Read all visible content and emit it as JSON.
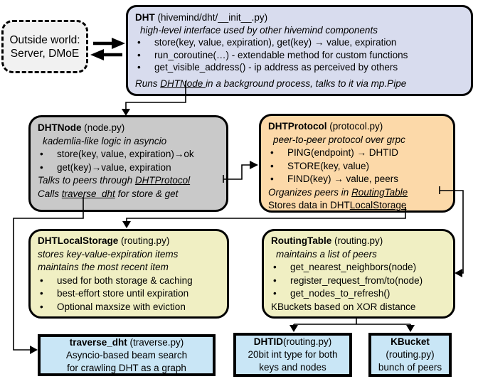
{
  "colors": {
    "dht_fill": "#d8dcee",
    "dhtnode_fill": "#c9c9c9",
    "dhtprotocol_fill": "#fcd9a9",
    "storage_fill": "#f0efc3",
    "leaf_fill": "#c9e6f6",
    "outside_fill": "#f1f1f1",
    "line_color": "#000000"
  },
  "boxes": {
    "outside_world": {
      "fill": "#f1f1f1",
      "lines": [
        {
          "segs": [
            {
              "t": "Outside world:"
            }
          ]
        },
        {
          "segs": [
            {
              "t": "Server, DMoE"
            }
          ]
        }
      ]
    },
    "dht": {
      "fill": "#d8dcee",
      "lines": [
        {
          "segs": [
            {
              "t": "DHT",
              "b": true
            },
            {
              "t": " (hivemind/dht/__init__.py)"
            }
          ]
        },
        {
          "indent": true,
          "segs": [
            {
              "t": "high-level interface used by other hivemind components",
              "i": true
            }
          ]
        },
        {
          "bullet": true,
          "segs": [
            {
              "t": "store(key, value, expiration), get(key) → value, expiration"
            }
          ]
        },
        {
          "bullet": true,
          "segs": [
            {
              "t": "run_coroutine(…) - extendable method for custom functions"
            }
          ]
        },
        {
          "bullet": true,
          "segs": [
            {
              "t": "get_visible_address() - ip address as perceived by others"
            }
          ]
        },
        {
          "gap": true,
          "segs": [
            {
              "t": "Runs ",
              "i": true
            },
            {
              "t": "DHTNode ",
              "i": true,
              "u": true
            },
            {
              "t": "in a background process, talks to it via mp.Pipe",
              "i": true
            }
          ]
        }
      ]
    },
    "dhtnode": {
      "fill": "#c9c9c9",
      "lines": [
        {
          "segs": [
            {
              "t": "DHTNode",
              "b": true
            },
            {
              "t": " (node.py)"
            }
          ]
        },
        {
          "indent": true,
          "segs": [
            {
              "t": "kademlia-like logic in asyncio",
              "i": true
            }
          ]
        },
        {
          "bullet": true,
          "segs": [
            {
              "t": "store(key, value, expiration)→ok"
            }
          ]
        },
        {
          "bullet": true,
          "segs": [
            {
              "t": "get(key)→value, expiration"
            }
          ]
        },
        {
          "segs": [
            {
              "t": "Talks to peers through ",
              "i": true
            },
            {
              "t": "DHTProtocol",
              "i": true,
              "u": true
            }
          ]
        },
        {
          "segs": [
            {
              "t": "Calls ",
              "i": true
            },
            {
              "t": "traverse_dht",
              "i": true,
              "u": true
            },
            {
              "t": " for store & get",
              "i": true
            }
          ]
        }
      ]
    },
    "dhtprotocol": {
      "fill": "#fcd9a9",
      "lines": [
        {
          "segs": [
            {
              "t": "DHTProtocol",
              "b": true
            },
            {
              "t": " (protocol.py)"
            }
          ]
        },
        {
          "indent": true,
          "segs": [
            {
              "t": "peer-to-peer protocol over grpc",
              "i": true
            }
          ]
        },
        {
          "bullet": true,
          "segs": [
            {
              "t": "PING(endpoint) → DHTID"
            }
          ]
        },
        {
          "bullet": true,
          "segs": [
            {
              "t": "STORE(key, value)"
            }
          ]
        },
        {
          "bullet": true,
          "segs": [
            {
              "t": "FIND(key) → value, peers"
            }
          ]
        },
        {
          "segs": [
            {
              "t": "Organizes peers in ",
              "i": true
            },
            {
              "t": "RoutingTable",
              "i": true,
              "u": true
            }
          ]
        },
        {
          "segs": [
            {
              "t": "Stores data in DHT"
            },
            {
              "t": "LocalStorage",
              "u": true
            }
          ]
        }
      ]
    },
    "dhtlocalstorage": {
      "fill": "#f0efc3",
      "lines": [
        {
          "segs": [
            {
              "t": "DHTLocalStorage",
              "b": true
            },
            {
              "t": " (routing.py)"
            }
          ]
        },
        {
          "segs": [
            {
              "t": "stores key-value-expiration items",
              "i": true
            }
          ]
        },
        {
          "segs": [
            {
              "t": "maintains the most recent item",
              "i": true
            }
          ]
        },
        {
          "bullet": true,
          "segs": [
            {
              "t": "used for both storage & caching"
            }
          ]
        },
        {
          "bullet": true,
          "segs": [
            {
              "t": "best-effort store until expiration"
            }
          ]
        },
        {
          "bullet": true,
          "segs": [
            {
              "t": "Optional maxsize with eviction"
            }
          ]
        }
      ]
    },
    "routingtable": {
      "fill": "#f0efc3",
      "lines": [
        {
          "segs": [
            {
              "t": "RoutingTable",
              "b": true
            },
            {
              "t": " (routing.py)"
            }
          ]
        },
        {
          "indent": true,
          "segs": [
            {
              "t": "maintains a list of peers",
              "i": true
            }
          ]
        },
        {
          "bullet": true,
          "segs": [
            {
              "t": "get_nearest_neighbors(node)"
            }
          ]
        },
        {
          "bullet": true,
          "segs": [
            {
              "t": "register_request_from/to(node)"
            }
          ]
        },
        {
          "bullet": true,
          "segs": [
            {
              "t": "get_nodes_to_refresh()"
            }
          ]
        },
        {
          "segs": [
            {
              "t": "KBuckets based on XOR distance"
            }
          ]
        }
      ]
    },
    "traverse_dht": {
      "fill": "#c9e6f6",
      "lines": [
        {
          "segs": [
            {
              "t": "traverse_dht",
              "b": true
            },
            {
              "t": " (traverse.py)"
            }
          ]
        },
        {
          "segs": [
            {
              "t": "Asyncio-based beam search"
            }
          ]
        },
        {
          "segs": [
            {
              "t": "for crawling DHT as a graph"
            }
          ]
        }
      ]
    },
    "dhtid": {
      "fill": "#c9e6f6",
      "lines": [
        {
          "segs": [
            {
              "t": "DHTID",
              "b": true
            },
            {
              "t": "(routing.py)"
            }
          ]
        },
        {
          "segs": [
            {
              "t": "20bit int type for both"
            }
          ]
        },
        {
          "segs": [
            {
              "t": "keys and nodes"
            }
          ]
        }
      ]
    },
    "kbucket": {
      "fill": "#c9e6f6",
      "lines": [
        {
          "segs": [
            {
              "t": "KBucket",
              "b": true
            }
          ]
        },
        {
          "segs": [
            {
              "t": "(routing.py)"
            }
          ]
        },
        {
          "segs": [
            {
              "t": "bunch of peers"
            }
          ]
        }
      ]
    }
  }
}
